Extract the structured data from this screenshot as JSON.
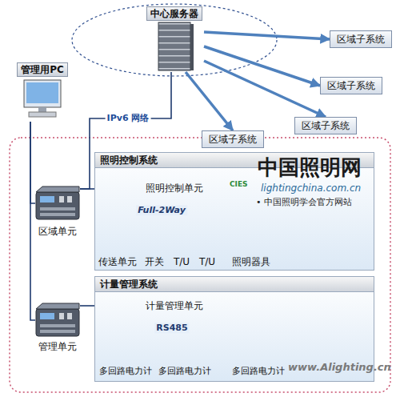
{
  "diagram": {
    "nodes": [
      {
        "text": [
          "中心服务器"
        ]
      },
      {
        "text": [
          "区域子系统"
        ]
      },
      {
        "text": [
          "区域子系统"
        ]
      },
      {
        "text": [
          "区域子系统"
        ]
      },
      {
        "text": [
          "管理用PC"
        ]
      },
      {
        "text": [
          "区域子系统"
        ]
      },
      {
        "text": [
          "区域单元"
        ]
      },
      {
        "text": [
          "管理单元"
        ]
      },
      {
        "text": [
          "照明控制系统"
        ]
      },
      {
        "text": [
          "照明控制单元"
        ],
        "in": 8
      },
      {
        "text": [
          "传送单元"
        ],
        "in": 8
      },
      {
        "text": [
          "开关"
        ],
        "in": 8
      },
      {
        "text": [
          "T/U"
        ],
        "in": 8
      },
      {
        "text": [
          "T/U"
        ],
        "in": 8
      },
      {
        "text": [
          "照明器具"
        ],
        "in": 8
      },
      {
        "text": [
          "计量管理系统"
        ]
      },
      {
        "text": [
          "计量管理单元"
        ],
        "in": 15
      },
      {
        "text": [
          "多回路电力计"
        ],
        "in": 15
      },
      {
        "text": [
          "多回路电力计"
        ],
        "in": 15
      },
      {
        "text": [
          "多回路电力计"
        ],
        "in": 15
      }
    ],
    "edges": [
      {
        "from": 0,
        "to": 1,
        "arrow": "to"
      },
      {
        "from": 0,
        "to": 2,
        "arrow": "to"
      },
      {
        "from": 0,
        "to": 3,
        "arrow": "to"
      },
      {
        "from": 0,
        "to": 5,
        "arrow": "to"
      },
      {
        "from": 6,
        "to": 0,
        "arrow": "none",
        "label": "IPv6 网络"
      },
      {
        "from": 4,
        "to": 6,
        "arrow": "none"
      },
      {
        "from": 4,
        "to": 7,
        "arrow": "none"
      },
      {
        "from": 6,
        "to": 9,
        "arrow": "none"
      },
      {
        "from": 7,
        "to": 16,
        "arrow": "none"
      },
      {
        "from": 9,
        "to": 10,
        "arrow": "none",
        "label": "Full-2Way"
      },
      {
        "from": 9,
        "to": 11,
        "arrow": "none"
      },
      {
        "from": 9,
        "to": 12,
        "arrow": "none"
      },
      {
        "from": 9,
        "to": 13,
        "arrow": "none"
      },
      {
        "from": 13,
        "to": 14,
        "arrow": "to"
      },
      {
        "from": 16,
        "to": 17,
        "arrow": "none",
        "label": "RS485"
      },
      {
        "from": 16,
        "to": 18,
        "arrow": "none"
      },
      {
        "from": 16,
        "to": 19,
        "arrow": "none"
      }
    ],
    "labels": [
      "中国照明网",
      "CIES",
      "lightingchina.com.cn",
      "• 中国照明学会官方网站",
      "www.Alighting.cn"
    ]
  }
}
